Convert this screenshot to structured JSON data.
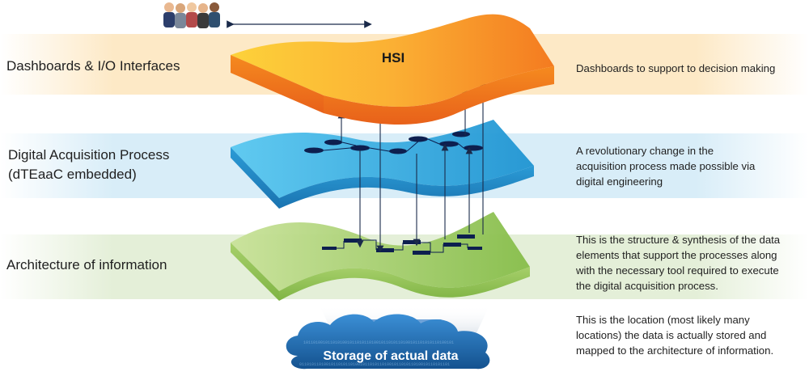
{
  "layers": {
    "hsi": {
      "title": "HSI",
      "left_label": "Dashboards & I/O Interfaces",
      "description": "Dashboards to support to decision making"
    },
    "acquisition": {
      "left_label_line1": "Digital Acquisition Process",
      "left_label_line2": "(dTEaaC embedded)",
      "description_lines": [
        "A revolutionary change in the",
        "acquisition process made possible via",
        "digital engineering"
      ]
    },
    "architecture": {
      "left_label": "Architecture of information",
      "description_lines": [
        "This is the structure & synthesis of the data",
        "elements that support the processes along",
        "with the necessary tool required to execute",
        "the digital acquisition process."
      ]
    },
    "storage": {
      "title": "Storage of actual data",
      "description_lines": [
        "This is the location (most likely many",
        "locations) the data is actually stored and",
        "mapped to the architecture of information."
      ]
    }
  },
  "icons": {
    "users": "people-group-icon",
    "cloud": "cloud-storage-icon"
  },
  "colors": {
    "hsi_orange": "#f7941d",
    "hsi_yellow": "#fcc434",
    "acquisition_blue": "#29a8df",
    "architecture_green": "#8dc63f",
    "node_navy": "#0d1f4f",
    "cloud_blue": "#1f6fb8"
  }
}
